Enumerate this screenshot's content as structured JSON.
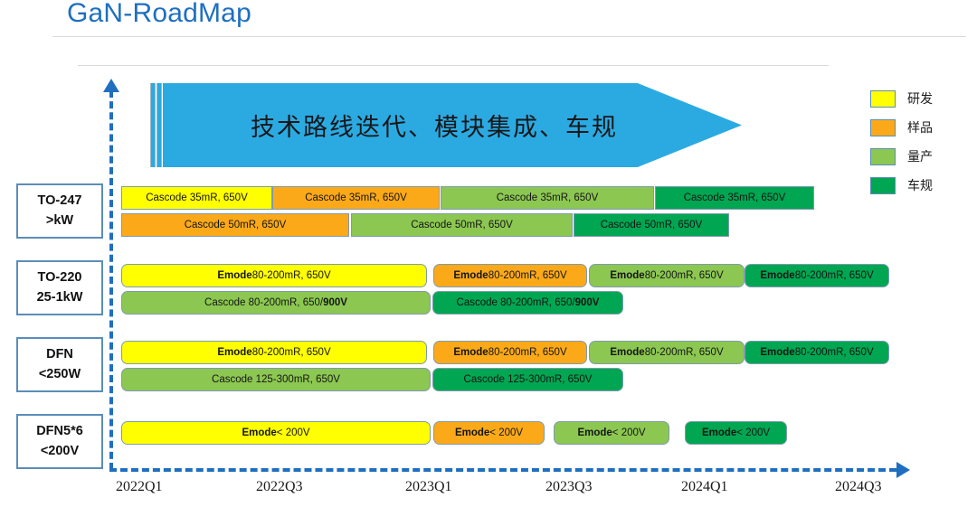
{
  "title": "GaN-RoadMap",
  "banner": {
    "text": "技术路线迭代、模块集成、车规"
  },
  "legend": {
    "items": [
      {
        "label": "研发",
        "color": "#FFFF00"
      },
      {
        "label": "样品",
        "color": "#FBA919"
      },
      {
        "label": "量产",
        "color": "#8CC751"
      },
      {
        "label": "车规",
        "color": "#00A651"
      }
    ]
  },
  "axis": {
    "ticks": [
      "2022Q1",
      "2022Q3",
      "2023Q1",
      "2023Q3",
      "2024Q1",
      "2024Q3"
    ]
  },
  "rows": [
    {
      "category_line1": "TO-247",
      "category_line2": ">kW",
      "tracks": [
        {
          "bars": [
            {
              "prefix": "",
              "text": "Cascode  35mR, 650V",
              "status": "研发",
              "color": "#FFFF00"
            },
            {
              "prefix": "",
              "text": "Cascode  35mR, 650V",
              "status": "样品",
              "color": "#FBA919"
            },
            {
              "prefix": "",
              "text": "Cascode  35mR, 650V",
              "status": "量产",
              "color": "#8CC751"
            },
            {
              "prefix": "",
              "text": "Cascode  35mR, 650V",
              "status": "车规",
              "color": "#00A651"
            }
          ]
        },
        {
          "bars": [
            {
              "prefix": "",
              "text": "Cascode  50mR, 650V",
              "status": "样品",
              "color": "#FBA919"
            },
            {
              "prefix": "",
              "text": "Cascode  50mR, 650V",
              "status": "量产",
              "color": "#8CC751"
            },
            {
              "prefix": "",
              "text": "Cascode  50mR, 650V",
              "status": "车规",
              "color": "#00A651"
            }
          ]
        }
      ]
    },
    {
      "category_line1": "TO-220",
      "category_line2": "25-1kW",
      "tracks": [
        {
          "bars": [
            {
              "prefix": "Emode",
              "text": " 80-200mR, 650V",
              "status": "研发",
              "color": "#FFFF00"
            },
            {
              "prefix": "Emode",
              "text": " 80-200mR, 650V",
              "status": "样品",
              "color": "#FBA919"
            },
            {
              "prefix": "Emode",
              "text": " 80-200mR, 650V",
              "status": "量产",
              "color": "#8CC751"
            },
            {
              "prefix": "Emode",
              "text": " 80-200mR, 650V",
              "status": "车规",
              "color": "#00A651"
            }
          ]
        },
        {
          "bars": [
            {
              "prefix": "",
              "text": "Cascode 80-200mR, 650/",
              "suffix": "900V",
              "status": "量产",
              "color": "#8CC751"
            },
            {
              "prefix": "",
              "text": "Cascode 80-200mR, 650/",
              "suffix": "900V",
              "status": "车规",
              "color": "#00A651"
            }
          ]
        }
      ]
    },
    {
      "category_line1": "DFN",
      "category_line2": "<250W",
      "tracks": [
        {
          "bars": [
            {
              "prefix": "Emode",
              "text": " 80-200mR, 650V",
              "status": "研发",
              "color": "#FFFF00"
            },
            {
              "prefix": "Emode",
              "text": " 80-200mR, 650V",
              "status": "样品",
              "color": "#FBA919"
            },
            {
              "prefix": "Emode",
              "text": " 80-200mR, 650V",
              "status": "量产",
              "color": "#8CC751"
            },
            {
              "prefix": "Emode",
              "text": " 80-200mR, 650V",
              "status": "车规",
              "color": "#00A651"
            }
          ]
        },
        {
          "bars": [
            {
              "prefix": "",
              "text": "Cascode  125-300mR, 650V",
              "status": "量产",
              "color": "#8CC751"
            },
            {
              "prefix": "",
              "text": "Cascode  125-300mR, 650V",
              "status": "车规",
              "color": "#00A651"
            }
          ]
        }
      ]
    },
    {
      "category_line1": "DFN5*6",
      "category_line2": "<200V",
      "tracks": [
        {
          "bars": [
            {
              "prefix": "Emode",
              "text": " < 200V",
              "status": "研发",
              "color": "#FFFF00"
            },
            {
              "prefix": "Emode",
              "text": " < 200V",
              "status": "样品",
              "color": "#FBA919"
            },
            {
              "prefix": "Emode",
              "text": " < 200V",
              "status": "量产",
              "color": "#8CC751"
            },
            {
              "prefix": "Emode",
              "text": " < 200V",
              "status": "车规",
              "color": "#00A651"
            }
          ]
        }
      ]
    }
  ],
  "geometry": {
    "tick_x": [
      128,
      283,
      448,
      603,
      753,
      923
    ],
    "bars": [
      [
        [
          [
            134,
            167,
            "sq"
          ],
          [
            301,
            185,
            "sq"
          ],
          [
            487,
            236,
            "sq"
          ],
          [
            724,
            176,
            "sq"
          ]
        ],
        [
          [
            134,
            252,
            "sq"
          ],
          [
            388,
            245,
            "sq"
          ],
          [
            634,
            172,
            "sq"
          ]
        ]
      ],
      [
        [
          [
            134,
            338,
            "rd"
          ],
          [
            479,
            170,
            "rd"
          ],
          [
            651,
            172,
            "rd"
          ],
          [
            823,
            160,
            "rd"
          ]
        ],
        [
          [
            134,
            342,
            "rd"
          ],
          [
            478,
            211,
            "rd"
          ]
        ]
      ],
      [
        [
          [
            134,
            338,
            "rd"
          ],
          [
            479,
            170,
            "rd"
          ],
          [
            651,
            172,
            "rd"
          ],
          [
            823,
            160,
            "rd"
          ]
        ],
        [
          [
            134,
            342,
            "rd"
          ],
          [
            478,
            211,
            "rd"
          ]
        ]
      ],
      [
        [
          [
            134,
            342,
            "rd"
          ],
          [
            479,
            123,
            "rd"
          ],
          [
            612,
            128,
            "rd"
          ],
          [
            757,
            113,
            "rd"
          ]
        ]
      ]
    ],
    "row_tops": [
      206,
      292,
      377,
      466
    ],
    "track_gap": 30,
    "catbox_tops": [
      203,
      288,
      373,
      458
    ],
    "catbox_h": [
      57,
      57,
      57,
      57
    ]
  }
}
